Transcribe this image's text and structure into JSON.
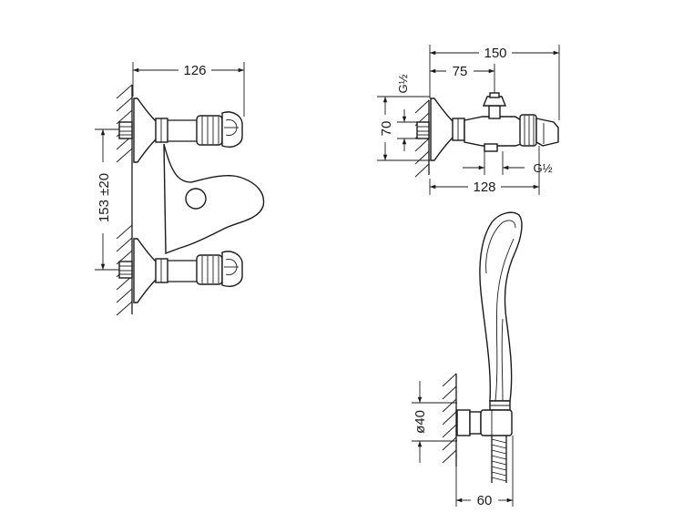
{
  "views": {
    "front": {
      "width_label": "126",
      "spacing_label": "153 ±20"
    },
    "side": {
      "overall_label": "150",
      "axis_label": "75",
      "inlet_thread_label": "G½",
      "height_label": "70",
      "outlet_thread_label": "G½",
      "depth_label": "128"
    },
    "shower": {
      "diameter_label": "ø40",
      "projection_label": "60"
    }
  }
}
